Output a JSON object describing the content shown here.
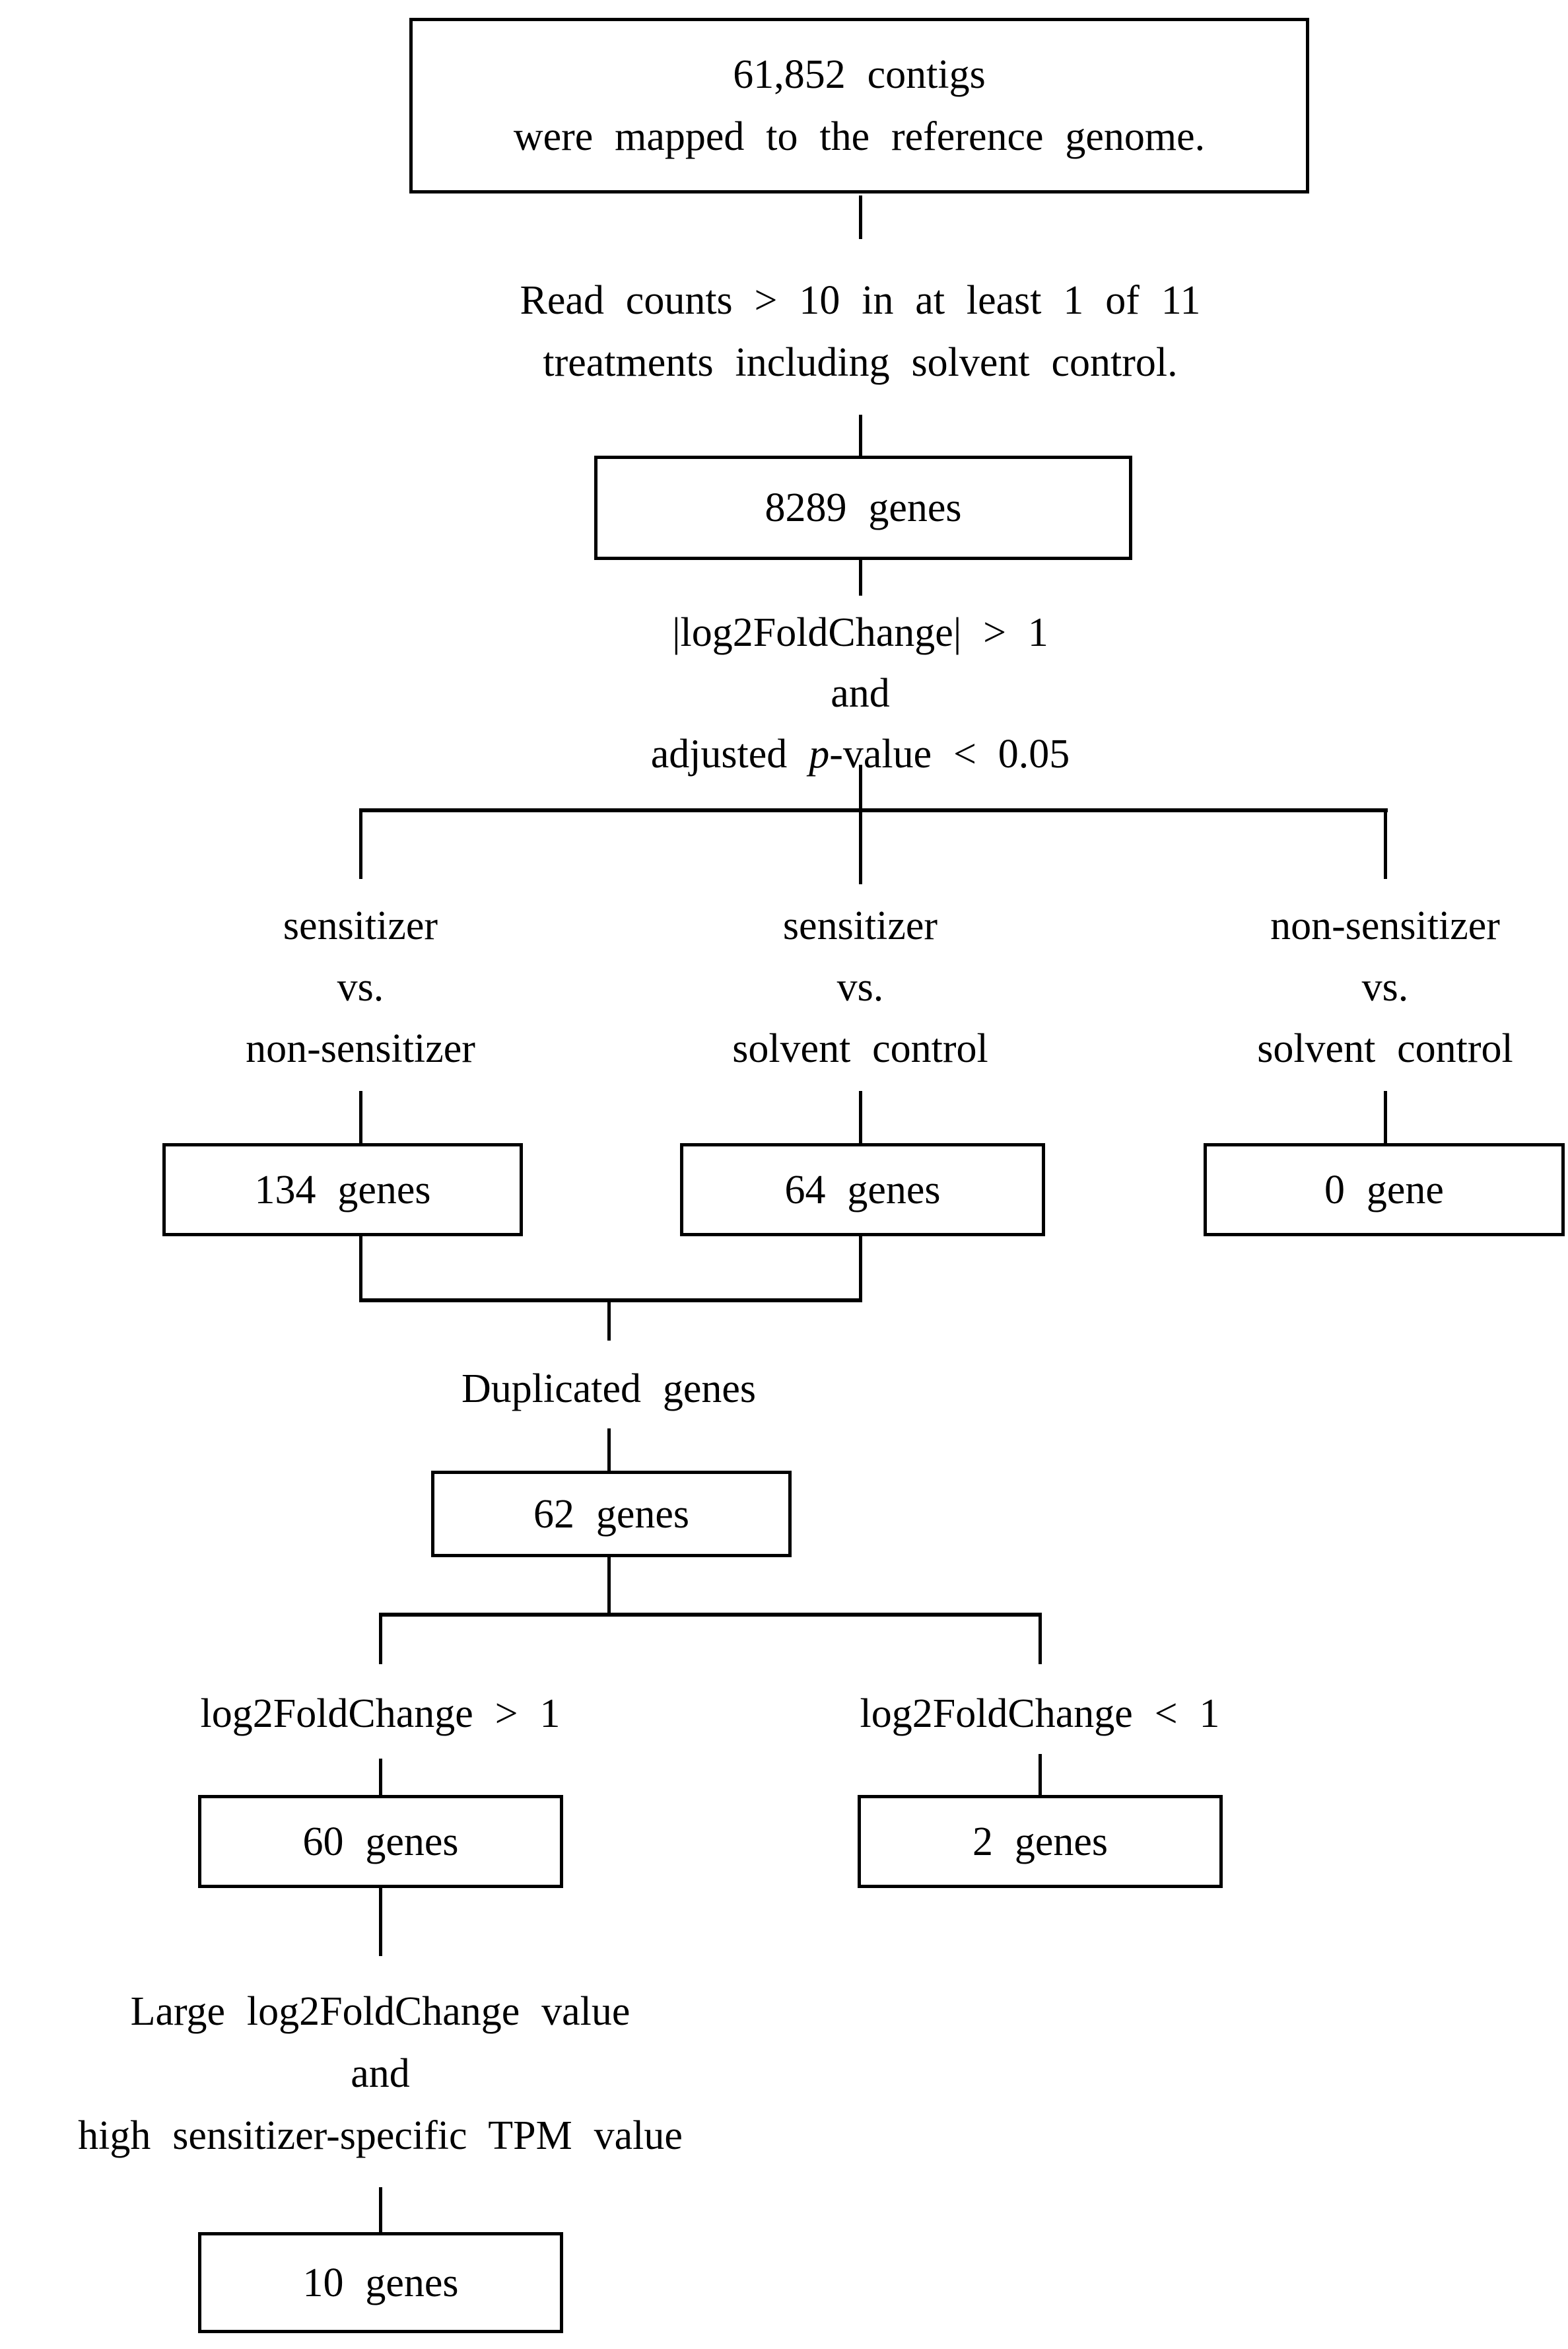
{
  "figure": {
    "colors": {
      "ink": "#000000",
      "background": "#ffffff"
    },
    "top_box": {
      "line1": "61,852 contigs",
      "line2": "were mapped to the reference genome."
    },
    "filter_read_counts": {
      "line1": "Read counts > 10 in at least 1 of 11",
      "line2": "treatments including solvent control."
    },
    "box_8289": "8289 genes",
    "filter_fold_change": {
      "line1": "|log2FoldChange| > 1",
      "line2": "and",
      "line3_part1": "adjusted",
      "line3_italic": "p",
      "line3_part2": "-value < 0.05"
    },
    "comparisons": [
      {
        "line1": "sensitizer",
        "line2": "vs.",
        "line3": "non-sensitizer",
        "result": "134 genes"
      },
      {
        "line1": "sensitizer",
        "line2": "vs.",
        "line3": "solvent control",
        "result": "64 genes"
      },
      {
        "line1": "non-sensitizer",
        "line2": "vs.",
        "line3": "solvent control",
        "result": "0 gene"
      }
    ],
    "duplicated_label": "Duplicated genes",
    "box_62": "62 genes",
    "split_branches": [
      {
        "label": "log2FoldChange > 1",
        "result": "60 genes"
      },
      {
        "label": "log2FoldChange < 1",
        "result": "2 genes"
      }
    ],
    "final_filter": {
      "line1": "Large log2FoldChange value",
      "line2": "and",
      "line3": "high sensitizer-specific TPM value"
    },
    "box_10": "10 genes"
  }
}
